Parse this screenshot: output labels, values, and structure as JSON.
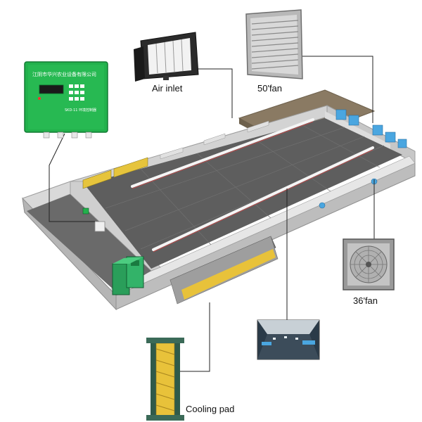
{
  "labels": {
    "air_inlet": "Air inlet",
    "fan_50": "50'fan",
    "fan_36": "36'fan",
    "cooling_pad": "Cooling pad"
  },
  "controller": {
    "company_text": "江阴市华兴农业设备有限公司",
    "small_text": "SKD-11 环境控制器"
  },
  "colors": {
    "floor": "#5e5e5e",
    "wall": "#c9c9c9",
    "wall_dark": "#a9a9a9",
    "pad_yellow": "#e8c23a",
    "controller_green": "#22b14c",
    "fan_blue": "#4aa6e0",
    "roof": "#8a7a63"
  }
}
